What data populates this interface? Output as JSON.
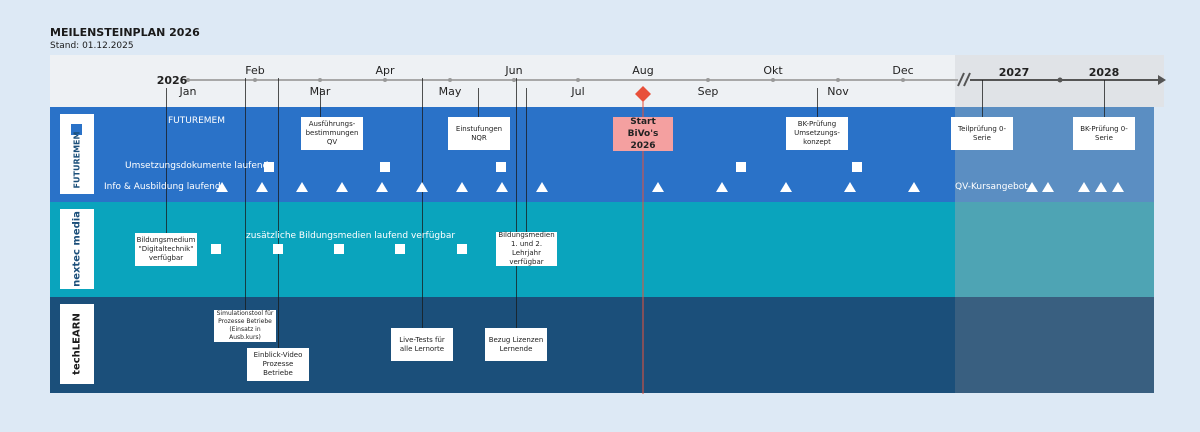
{
  "header": {
    "title": "MEILENSTEINPLAN 2026",
    "subtitle": "Stand: 01.12.2025"
  },
  "timeline": {
    "year_2026": "2026",
    "months_top": [
      "Feb",
      "Apr",
      "Jun",
      "Aug",
      "Okt",
      "Dec"
    ],
    "months_bottom": [
      "Jan",
      "Mar",
      "May",
      "Jul",
      "Sep",
      "Nov"
    ],
    "year_2027": "2027",
    "year_2028": "2028"
  },
  "lanes": {
    "futuremem": {
      "logo": "FUTUREMEM",
      "label": "FUTUREMEM",
      "umsetzung": "Umsetzungsdokumente laufend",
      "info": "Info & Ausbildung laufend",
      "qv": "QV-Kursangebot",
      "boxes": {
        "ausfuehrung": "Ausführungs-bestimmungen QV",
        "einstufungen": "Einstufungen NQR",
        "start_line1": "Start",
        "start_line2": "BiVo's 2026",
        "bk1": "BK-Prüfung Umsetzungs-konzept",
        "teil": "Teilprüfung 0-Serie",
        "bk2": "BK-Prüfung 0-Serie"
      }
    },
    "nextec": {
      "logo": "nextec media",
      "label": "zusätzliche Bildungsmedien laufend verfügbar",
      "boxes": {
        "digital": "Bildungsmedium \"Digitaltechnik\" verfügbar",
        "lehrjahr": "Bildungsmedien 1. und 2. Lehrjahr verfügbar"
      }
    },
    "techlearn": {
      "logo": "techLEARN",
      "boxes": {
        "sim": "Simulationstool für Prozesse Betriebe (Einsatz in Ausb.kurs)",
        "einblick": "Einblick-Video Prozesse Betriebe",
        "live": "Live-Tests für alle Lernorte",
        "bezug": "Bezug Lizenzen Lernende"
      }
    }
  },
  "colors": {
    "futuremem": "#2a72c8",
    "nextec": "#0aa4bd",
    "techlearn": "#1b4f7a",
    "start": "#f4a0a0",
    "milestone": "#e8503a"
  }
}
